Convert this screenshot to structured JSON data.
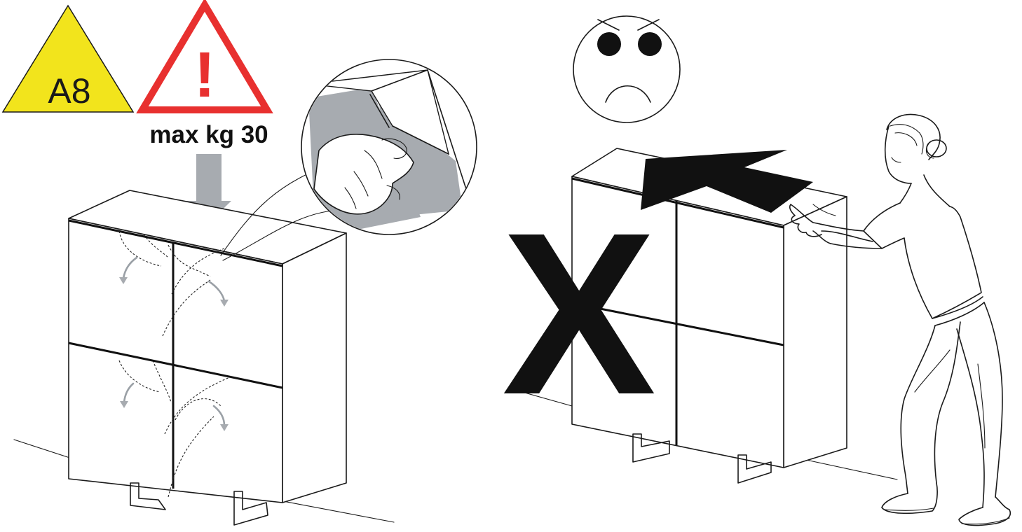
{
  "step_badge": {
    "label": "A8",
    "color": "#f2e41c"
  },
  "warning": {
    "symbol": "!",
    "color": "#e8302f",
    "icon": "warning-triangle-icon"
  },
  "load_limit": {
    "label": "max kg 30"
  },
  "load_arrow": {
    "icon": "down-arrow-icon",
    "color": "#a7abb0"
  },
  "wrong_action": {
    "mark": "X",
    "face_icon": "angry-face-icon",
    "push_arrow_icon": "push-arrow-icon"
  },
  "colors": {
    "line": "#1a1a1a",
    "fill": "#ffffff",
    "accent_grey": "#a7abb0"
  }
}
